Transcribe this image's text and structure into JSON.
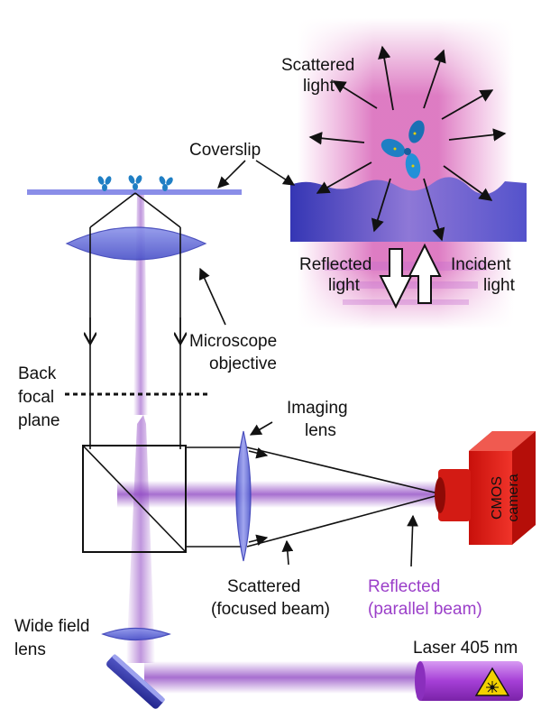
{
  "labels": {
    "scattered_light_1": "Scattered",
    "scattered_light_2": "light",
    "coverslip": "Coverslip",
    "reflected_light_1": "Reflected",
    "reflected_light_2": "light",
    "incident_light_1": "Incident",
    "incident_light_2": "light",
    "microscope_objective_1": "Microscope",
    "microscope_objective_2": "objective",
    "back_focal_plane_1": "Back",
    "back_focal_plane_2": "focal",
    "back_focal_plane_3": "plane",
    "imaging_lens_1": "Imaging",
    "imaging_lens_2": "lens",
    "camera_1": "CMOS",
    "camera_2": "camera",
    "scattered_beam_1": "Scattered",
    "scattered_beam_2": "(focused beam)",
    "reflected_beam_1": "Reflected",
    "reflected_beam_2": "(parallel beam)",
    "wide_field_lens_1": "Wide field",
    "wide_field_lens_2": "lens",
    "laser": "Laser 405 nm"
  },
  "colors": {
    "beam_purple": "#8a3fc0",
    "lens_blue": "#5a63d6",
    "camera_red": "#e8231c",
    "reflected_label": "#9b3fc9",
    "laser_body": "#b24fe0",
    "glow_pink": "#e06bbf",
    "particle_blue": "#1f7fc4"
  },
  "icons": {
    "laser_warning": "laser-hazard-icon",
    "particle": "nanoparticle-icon"
  }
}
